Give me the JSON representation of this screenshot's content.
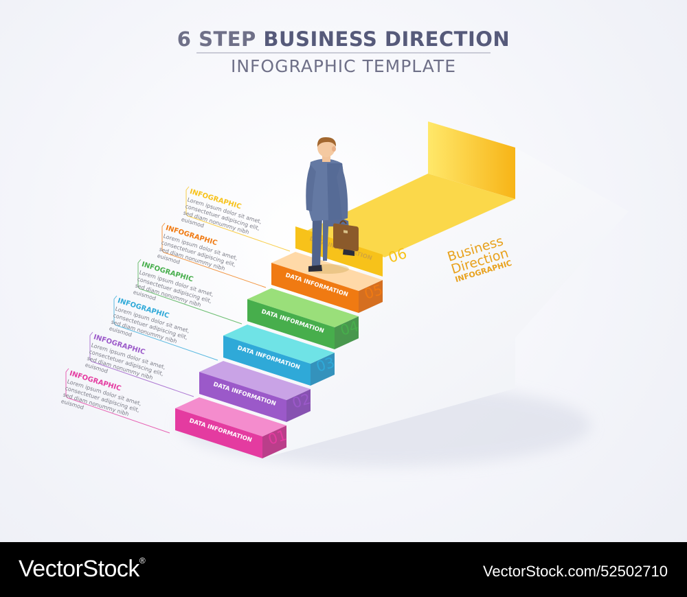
{
  "header": {
    "title_prefix": "6 STEP",
    "title_highlight": "BUSINESS DIRECTION",
    "subtitle": "INFOGRAPHIC TEMPLATE"
  },
  "steps": [
    {
      "number": "01",
      "label": "DATA INFORMATION",
      "color": "#e43ba0",
      "light": "#f48ccd",
      "dark": "#b42a7d",
      "block_title": "INFOGRAPHIC",
      "block_text": "Lorem ipsum dolor sit amet, consectetuer adipiscing elit, sed diam nonummy nibh euismod"
    },
    {
      "number": "02",
      "label": "DATA INFORMATION",
      "color": "#9b59c9",
      "light": "#c9a3e6",
      "dark": "#7b3fa8",
      "block_title": "INFOGRAPHIC",
      "block_text": "Lorem ipsum dolor sit amet, consectetuer adipiscing elit, sed diam nonummy nibh euismod"
    },
    {
      "number": "03",
      "label": "DATA INFORMATION",
      "color": "#2fa9d8",
      "light": "#6fe3e6",
      "dark": "#1f86b5",
      "block_title": "INFOGRAPHIC",
      "block_text": "Lorem ipsum dolor sit amet, consectetuer adipiscing elit, sed diam nonummy nibh euismod"
    },
    {
      "number": "04",
      "label": "DATA INFORMATION",
      "color": "#47ae4c",
      "light": "#9adf7a",
      "dark": "#358c3a",
      "block_title": "INFOGRAPHIC",
      "block_text": "Lorem ipsum dolor sit amet, consectetuer adipiscing elit, sed diam nonummy nibh euismod"
    },
    {
      "number": "05",
      "label": "DATA INFORMATION",
      "color": "#f07a12",
      "light": "#ffd9a8",
      "dark": "#d05f08",
      "block_title": "INFOGRAPHIC",
      "block_text": "Lorem ipsum dolor sit amet, consectetuer adipiscing elit, sed diam nonummy nibh euismod"
    },
    {
      "number": "06",
      "label": "DATA INFORMATION",
      "color": "#f7c21a",
      "light": "#fff1a0",
      "dark": "#e8a912",
      "block_title": "INFOGRAPHIC",
      "block_text": "Lorem ipsum dolor sit amet, consectetuer adipiscing elit, sed diam nonummy nibh euismod"
    }
  ],
  "arrow_text": {
    "line1": "Business",
    "line2": "Direction",
    "line3": "INFOGRAPHIC"
  },
  "footer": {
    "brand": "VectorStock",
    "brand_mark": "®",
    "image_id": "VectorStock.com/52502710"
  },
  "colors": {
    "title": "#6f7088",
    "suit": "#5d6f96",
    "hair": "#a2672f",
    "briefcase": "#8b5a2b",
    "arrow_yellow": "#f7c21a",
    "number_text": "#e79a18"
  }
}
